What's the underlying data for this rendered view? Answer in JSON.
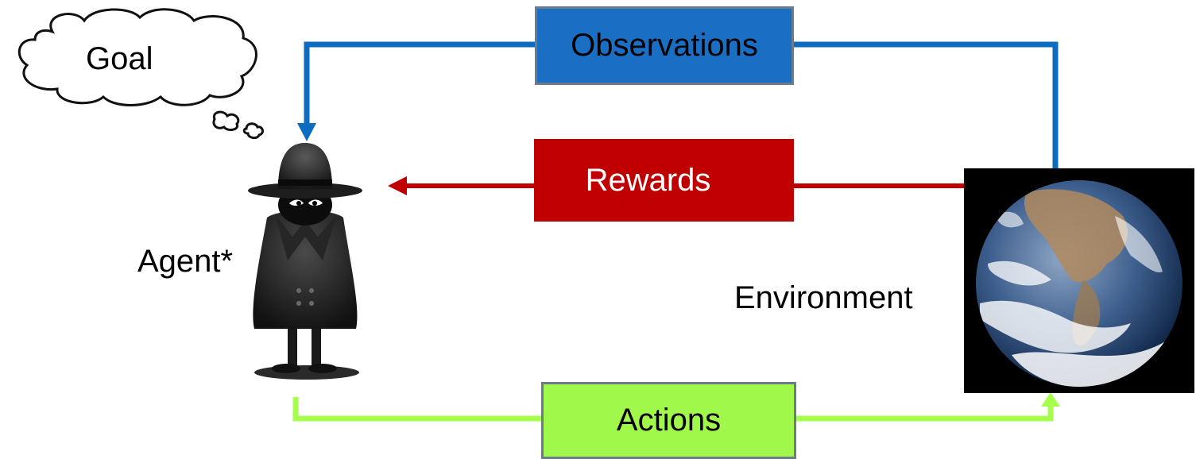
{
  "labels": {
    "goal": "Goal",
    "agent": "Agent*",
    "environment": "Environment"
  },
  "boxes": {
    "observations": "Observations",
    "rewards": "Rewards",
    "actions": "Actions"
  },
  "colors": {
    "observations": "#0d6cc0",
    "rewards": "#c00000",
    "actions": "#a6ff4d",
    "observations_box": "#1a6fc4",
    "rewards_box": "#c00000",
    "actions_box": "#a0f84a",
    "box_border": "#6b7b8c"
  },
  "icons": {
    "agent": "spy-agent-icon",
    "environment": "earth-globe-icon",
    "goal": "thought-cloud-icon"
  }
}
